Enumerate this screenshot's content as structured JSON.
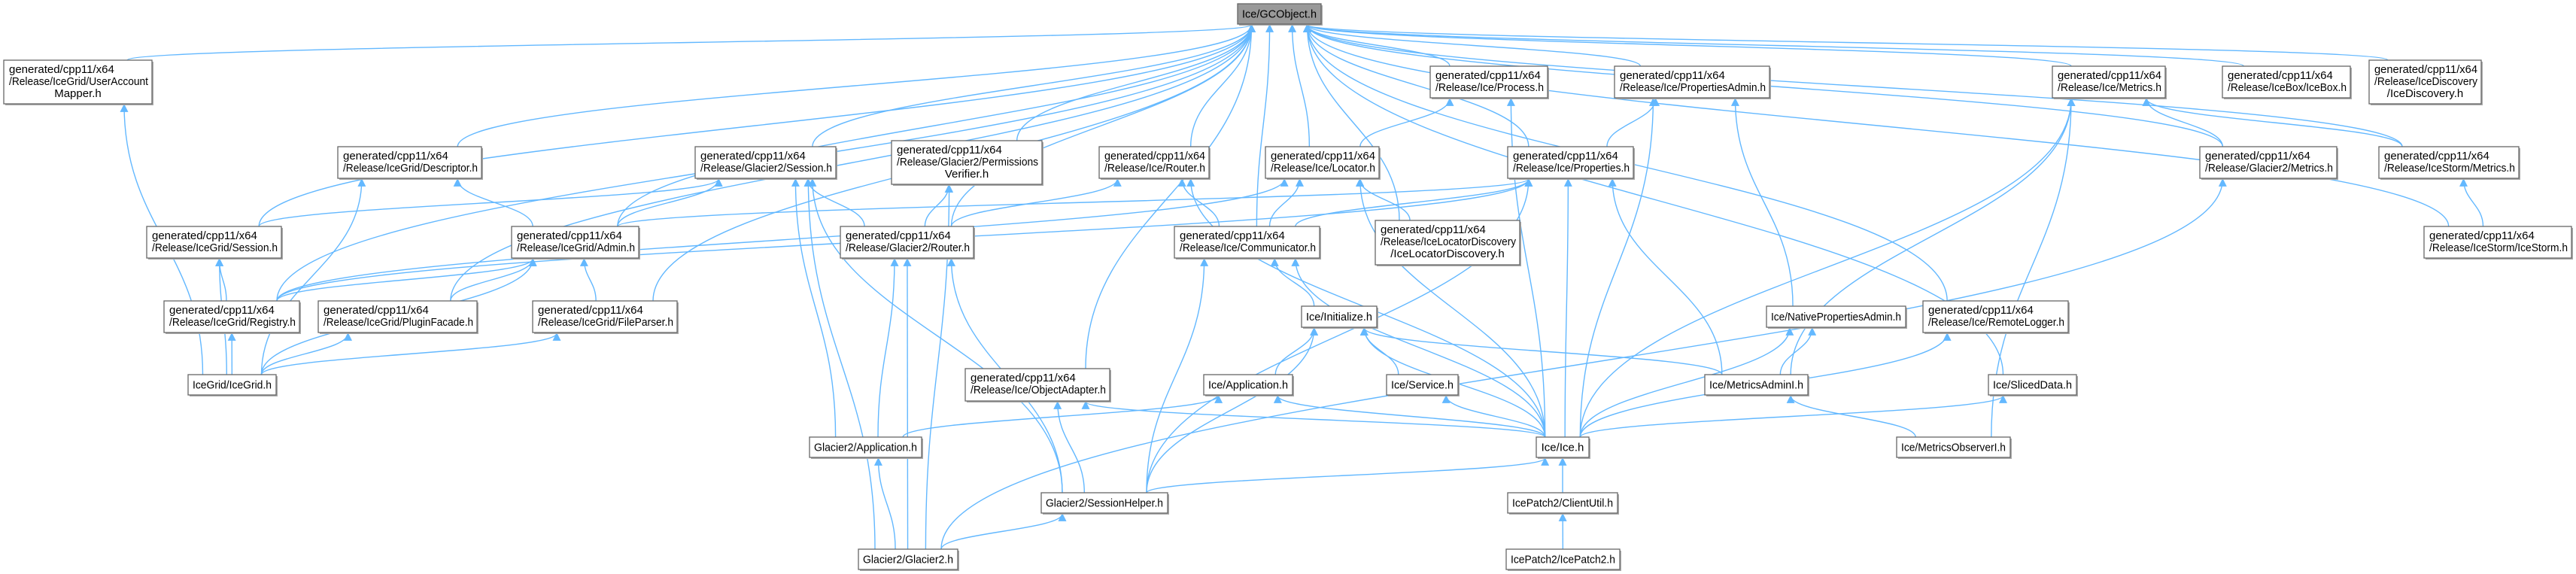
{
  "graph": {
    "title": "Ice/GCObject.h",
    "colors": {
      "edge": "#63b8ff",
      "node_border": "#666666",
      "root_fill": "#999999",
      "node_fill": "#ffffff"
    },
    "nodes": {
      "gc": [
        "Ice/GCObject.h"
      ],
      "uam": [
        "generated/cpp11/x64",
        "/Release/IceGrid/UserAccount",
        "Mapper.h"
      ],
      "desc": [
        "generated/cpp11/x64",
        "/Release/IceGrid/Descriptor.h"
      ],
      "g2sess": [
        "generated/cpp11/x64",
        "/Release/Glacier2/Session.h"
      ],
      "perm": [
        "generated/cpp11/x64",
        "/Release/Glacier2/Permissions",
        "Verifier.h"
      ],
      "irouter": [
        "generated/cpp11/x64",
        "/Release/Ice/Router.h"
      ],
      "locator": [
        "generated/cpp11/x64",
        "/Release/Ice/Locator.h"
      ],
      "process": [
        "generated/cpp11/x64",
        "/Release/Ice/Process.h"
      ],
      "propadmin": [
        "generated/cpp11/x64",
        "/Release/Ice/PropertiesAdmin.h"
      ],
      "props": [
        "generated/cpp11/x64",
        "/Release/Ice/Properties.h"
      ],
      "metrics": [
        "generated/cpp11/x64",
        "/Release/Ice/Metrics.h"
      ],
      "icebox": [
        "generated/cpp11/x64",
        "/Release/IceBox/IceBox.h"
      ],
      "icedisc": [
        "generated/cpp11/x64",
        "/Release/IceDiscovery",
        "/IceDiscovery.h"
      ],
      "g2metrics": [
        "generated/cpp11/x64",
        "/Release/Glacier2/Metrics.h"
      ],
      "ismetrics": [
        "generated/cpp11/x64",
        "/Release/IceStorm/Metrics.h"
      ],
      "icestorm": [
        "generated/cpp11/x64",
        "/Release/IceStorm/IceStorm.h"
      ],
      "igsess": [
        "generated/cpp11/x64",
        "/Release/IceGrid/Session.h"
      ],
      "igadmin": [
        "generated/cpp11/x64",
        "/Release/IceGrid/Admin.h"
      ],
      "g2router": [
        "generated/cpp11/x64",
        "/Release/Glacier2/Router.h"
      ],
      "comm": [
        "generated/cpp11/x64",
        "/Release/Ice/Communicator.h"
      ],
      "ild": [
        "generated/cpp11/x64",
        "/Release/IceLocatorDiscovery",
        "/IceLocatorDiscovery.h"
      ],
      "registry": [
        "generated/cpp11/x64",
        "/Release/IceGrid/Registry.h"
      ],
      "plugin": [
        "generated/cpp11/x64",
        "/Release/IceGrid/PluginFacade.h"
      ],
      "fileparser": [
        "generated/cpp11/x64",
        "/Release/IceGrid/FileParser.h"
      ],
      "icegrid": [
        "IceGrid/IceGrid.h"
      ],
      "init": [
        "Ice/Initialize.h"
      ],
      "nativeprop": [
        "Ice/NativePropertiesAdmin.h"
      ],
      "remotelog": [
        "generated/cpp11/x64",
        "/Release/Ice/RemoteLogger.h"
      ],
      "objadapter": [
        "generated/cpp11/x64",
        "/Release/Ice/ObjectAdapter.h"
      ],
      "iceapp": [
        "Ice/Application.h"
      ],
      "service": [
        "Ice/Service.h"
      ],
      "metricsadmin": [
        "Ice/MetricsAdminI.h"
      ],
      "sliced": [
        "Ice/SlicedData.h"
      ],
      "g2app": [
        "Glacier2/Application.h"
      ],
      "ice": [
        "Ice/Ice.h"
      ],
      "metricsobs": [
        "Ice/MetricsObserverI.h"
      ],
      "sesshelper": [
        "Glacier2/SessionHelper.h"
      ],
      "clientutil": [
        "IcePatch2/ClientUtil.h"
      ],
      "glacier2": [
        "Glacier2/Glacier2.h"
      ],
      "icepatch2": [
        "IcePatch2/IcePatch2.h"
      ]
    },
    "edges": [
      [
        "uam",
        "gc"
      ],
      [
        "igsess",
        "gc"
      ],
      [
        "desc",
        "gc"
      ],
      [
        "plugin",
        "gc"
      ],
      [
        "igadmin",
        "gc"
      ],
      [
        "fileparser",
        "gc"
      ],
      [
        "g2sess",
        "gc"
      ],
      [
        "perm",
        "gc"
      ],
      [
        "g2router",
        "gc"
      ],
      [
        "objadapter",
        "gc"
      ],
      [
        "irouter",
        "gc"
      ],
      [
        "comm",
        "gc"
      ],
      [
        "locator",
        "gc"
      ],
      [
        "ild",
        "gc"
      ],
      [
        "process",
        "gc"
      ],
      [
        "propadmin",
        "gc"
      ],
      [
        "props",
        "gc"
      ],
      [
        "metrics",
        "gc"
      ],
      [
        "icebox",
        "gc"
      ],
      [
        "icedisc",
        "gc"
      ],
      [
        "g2metrics",
        "gc"
      ],
      [
        "ismetrics",
        "gc"
      ],
      [
        "icestorm",
        "gc"
      ],
      [
        "remotelog",
        "gc"
      ],
      [
        "sliced",
        "gc"
      ],
      [
        "registry",
        "gc"
      ],
      [
        "icegrid",
        "uam"
      ],
      [
        "icegrid",
        "desc"
      ],
      [
        "icegrid",
        "igsess"
      ],
      [
        "icegrid",
        "registry"
      ],
      [
        "icegrid",
        "plugin"
      ],
      [
        "icegrid",
        "fileparser"
      ],
      [
        "icegrid",
        "igadmin"
      ],
      [
        "registry",
        "igsess"
      ],
      [
        "registry",
        "igadmin"
      ],
      [
        "registry",
        "locator"
      ],
      [
        "registry",
        "props"
      ],
      [
        "igsess",
        "g2sess"
      ],
      [
        "igadmin",
        "desc"
      ],
      [
        "igadmin",
        "g2sess"
      ],
      [
        "igadmin",
        "props"
      ],
      [
        "plugin",
        "igadmin"
      ],
      [
        "fileparser",
        "igadmin"
      ],
      [
        "g2router",
        "g2sess"
      ],
      [
        "g2router",
        "perm"
      ],
      [
        "g2router",
        "irouter"
      ],
      [
        "g2app",
        "g2sess"
      ],
      [
        "g2app",
        "g2router"
      ],
      [
        "g2app",
        "iceapp"
      ],
      [
        "sesshelper",
        "g2sess"
      ],
      [
        "sesshelper",
        "g2router"
      ],
      [
        "sesshelper",
        "objadapter"
      ],
      [
        "sesshelper",
        "comm"
      ],
      [
        "sesshelper",
        "init"
      ],
      [
        "sesshelper",
        "props"
      ],
      [
        "sesshelper",
        "ice"
      ],
      [
        "glacier2",
        "g2sess"
      ],
      [
        "glacier2",
        "perm"
      ],
      [
        "glacier2",
        "g2router"
      ],
      [
        "glacier2",
        "g2app"
      ],
      [
        "glacier2",
        "sesshelper"
      ],
      [
        "glacier2",
        "g2metrics"
      ],
      [
        "comm",
        "irouter"
      ],
      [
        "comm",
        "locator"
      ],
      [
        "comm",
        "props"
      ],
      [
        "init",
        "comm"
      ],
      [
        "iceapp",
        "init"
      ],
      [
        "service",
        "init"
      ],
      [
        "ice",
        "init"
      ],
      [
        "metricsadmin",
        "init"
      ],
      [
        "metricsadmin",
        "props"
      ],
      [
        "metricsadmin",
        "metrics"
      ],
      [
        "metricsadmin",
        "nativeprop"
      ],
      [
        "nativeprop",
        "propadmin"
      ],
      [
        "props",
        "propadmin"
      ],
      [
        "locator",
        "process"
      ],
      [
        "ild",
        "locator"
      ],
      [
        "ice",
        "process"
      ],
      [
        "ice",
        "propadmin"
      ],
      [
        "ice",
        "props"
      ],
      [
        "ice",
        "locator"
      ],
      [
        "ice",
        "irouter"
      ],
      [
        "ice",
        "comm"
      ],
      [
        "ice",
        "objadapter"
      ],
      [
        "ice",
        "iceapp"
      ],
      [
        "ice",
        "service"
      ],
      [
        "ice",
        "nativeprop"
      ],
      [
        "ice",
        "remotelog"
      ],
      [
        "ice",
        "sliced"
      ],
      [
        "ice",
        "metrics"
      ],
      [
        "metricsobs",
        "metricsadmin"
      ],
      [
        "metricsobs",
        "metrics"
      ],
      [
        "clientutil",
        "ice"
      ],
      [
        "icepatch2",
        "clientutil"
      ],
      [
        "g2metrics",
        "metrics"
      ],
      [
        "ismetrics",
        "metrics"
      ],
      [
        "icestorm",
        "ismetrics"
      ]
    ]
  }
}
